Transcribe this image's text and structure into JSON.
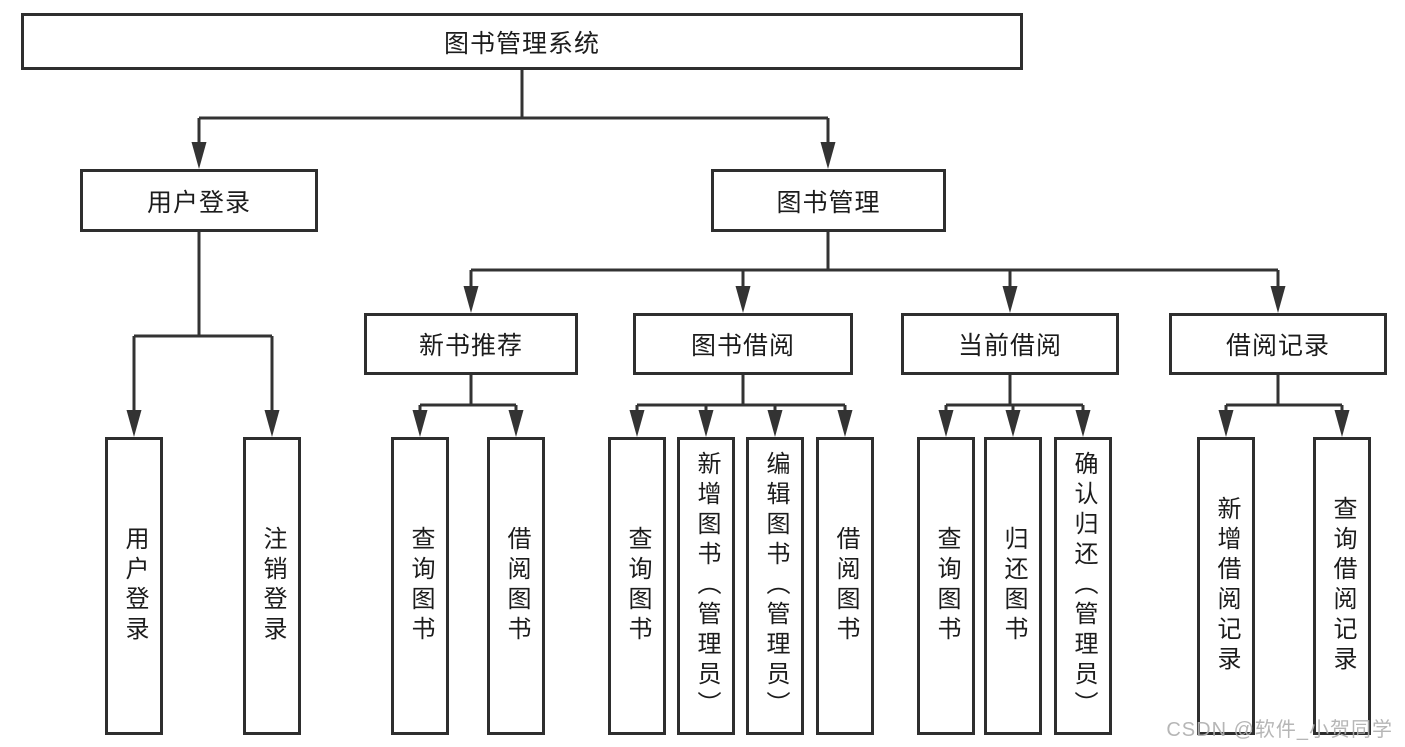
{
  "diagram_title": "图书管理系统",
  "tree": {
    "label": "图书管理系统",
    "children": [
      {
        "label": "用户登录",
        "children": [
          {
            "label": "用户登录"
          },
          {
            "label": "注销登录"
          }
        ]
      },
      {
        "label": "图书管理",
        "children": [
          {
            "label": "新书推荐",
            "children": [
              {
                "label": "查询图书"
              },
              {
                "label": "借阅图书"
              }
            ]
          },
          {
            "label": "图书借阅",
            "children": [
              {
                "label": "查询图书"
              },
              {
                "label": "新增图书（管理员）"
              },
              {
                "label": "编辑图书（管理员）"
              },
              {
                "label": "借阅图书"
              }
            ]
          },
          {
            "label": "当前借阅",
            "children": [
              {
                "label": "查询图书"
              },
              {
                "label": "归还图书"
              },
              {
                "label": "确认归还（管理员）"
              }
            ]
          },
          {
            "label": "借阅记录",
            "children": [
              {
                "label": "新增借阅记录"
              },
              {
                "label": "查询借阅记录"
              }
            ]
          }
        ]
      }
    ]
  },
  "watermark": {
    "text": "CSDN @软件_小贺同学"
  },
  "colors": {
    "background": "#ffffff",
    "box_border": "#2e2e2e",
    "connector_line": "#333333",
    "node_text": "#1c1c1c",
    "watermark_text": "#b0b0b0"
  }
}
